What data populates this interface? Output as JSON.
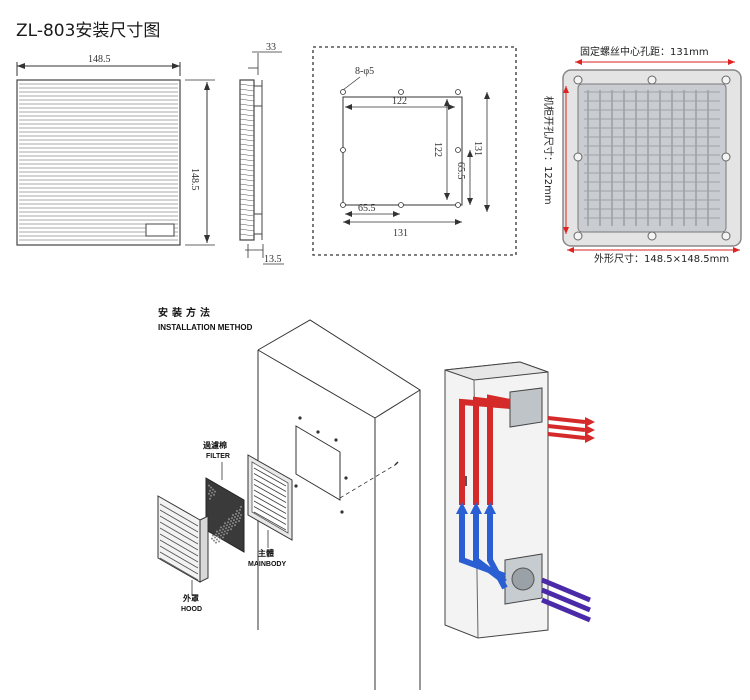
{
  "title": "ZL-803安装尺寸图",
  "front_view": {
    "width_dim": "148.5",
    "height_dim": "148.5"
  },
  "side_view": {
    "depth_top": "33",
    "depth_bottom": "13.5"
  },
  "cutout_view": {
    "holes": "8-φ5",
    "hole_spacing_horizontal": "122",
    "hole_spacing_vertical": "122",
    "offset_vertical": "65.5",
    "offset_horizontal": "65.5",
    "overall_horizontal": "131",
    "overall_vertical": "131"
  },
  "photo_view": {
    "top_caption": "固定螺丝中心孔距：131mm",
    "side_caption": "机柜开孔尺寸：122mm",
    "bottom_caption": "外形尺寸：148.5×148.5mm"
  },
  "installation": {
    "heading_cn": "安装方法",
    "heading_en": "INSTALLATION METHOD",
    "filter_cn": "過濾棉",
    "filter_en": "FILTER",
    "mainbody_cn": "主體",
    "mainbody_en": "MAINBODY",
    "hood_cn": "外罩",
    "hood_en": "HOOD"
  },
  "colors": {
    "hot_air": "#d42a2a",
    "cold_air": "#2a5fd4",
    "exhaust_air": "#4a2aa8",
    "line": "#333333"
  }
}
